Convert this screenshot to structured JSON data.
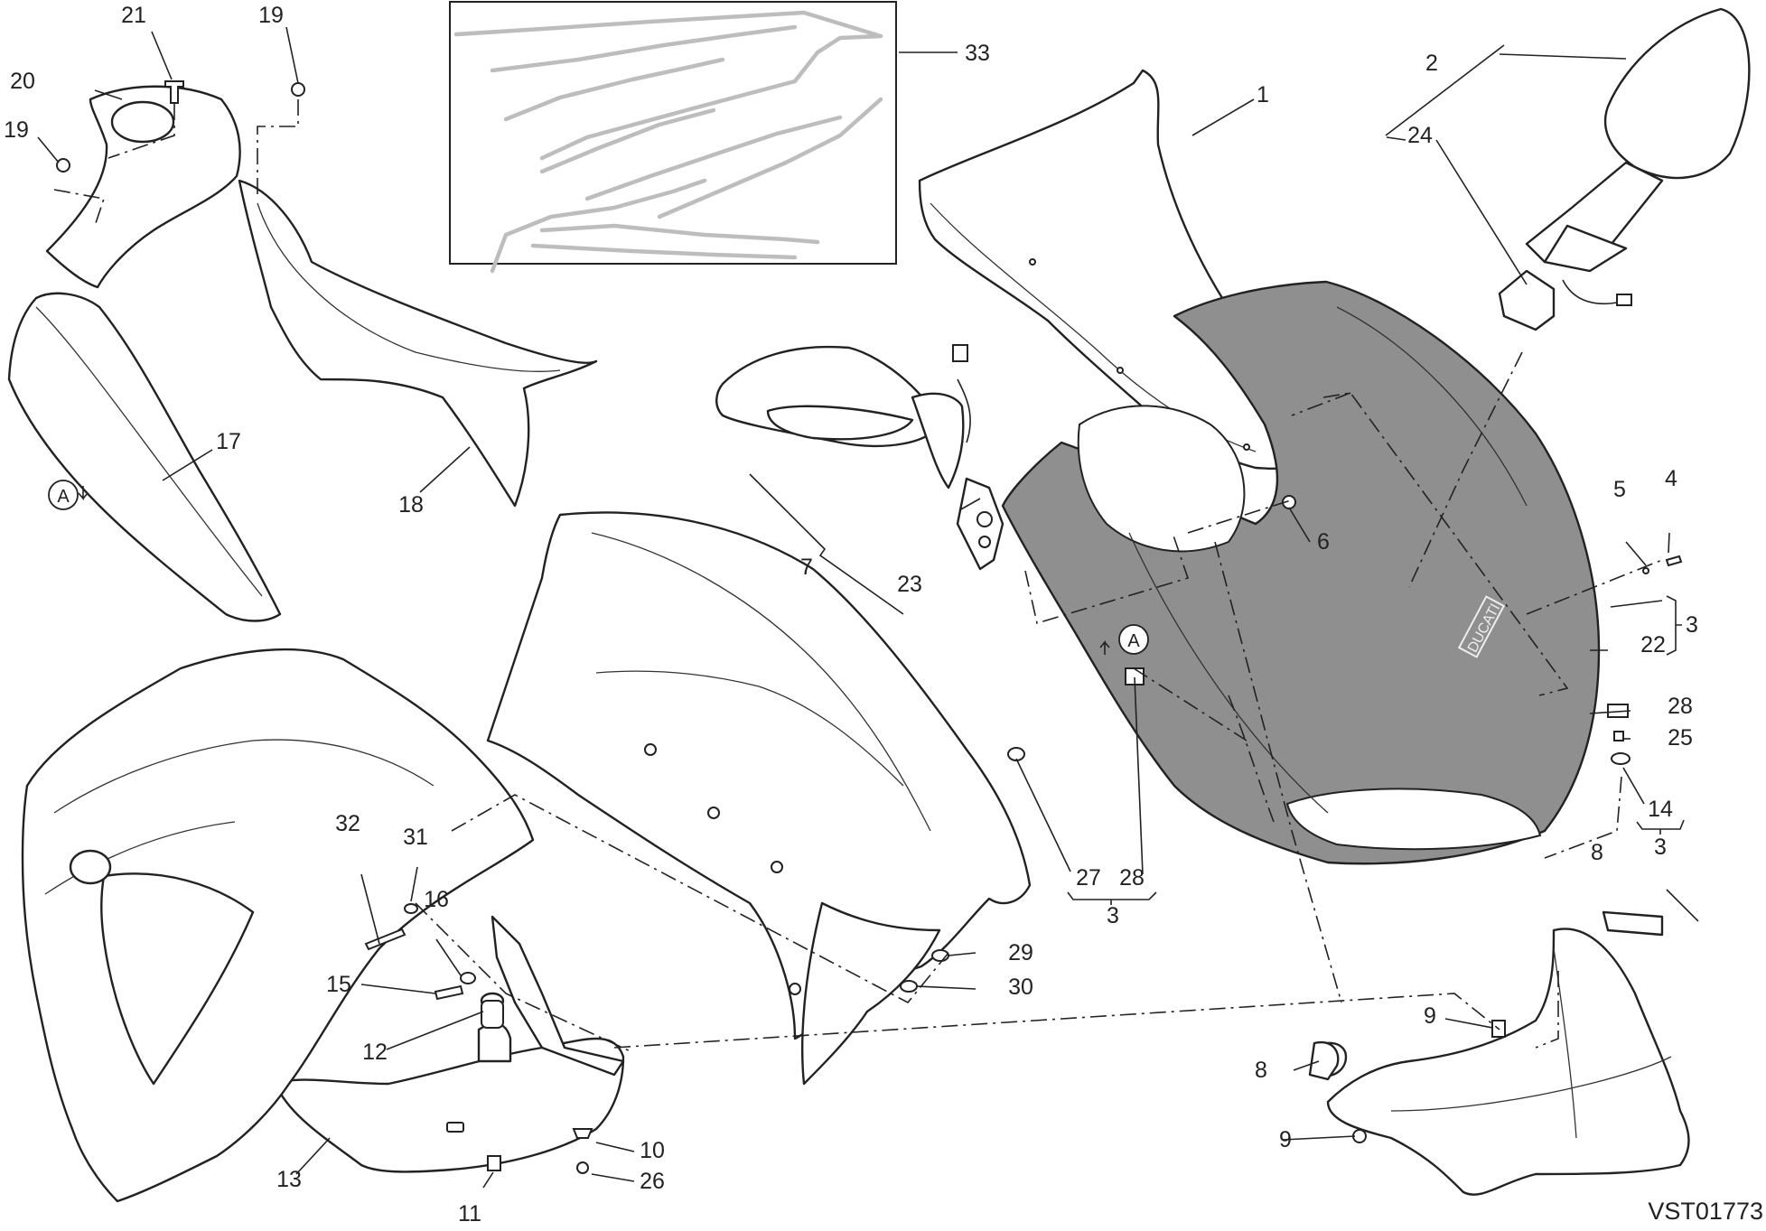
{
  "diagram": {
    "drawing_code": "VST01773",
    "accent_fill": "#8f8f8f",
    "decal_color": "#bdbdbd",
    "brand_mark": "DUCATI",
    "view_marker": "A",
    "callouts": {
      "c1": "1",
      "c2": "2",
      "c3a": "3",
      "c3b": "3",
      "c3c": "3",
      "c4": "4",
      "c5": "5",
      "c6": "6",
      "c7": "7",
      "c8a": "8",
      "c8b": "8",
      "c9a": "9",
      "c9b": "9",
      "c10": "10",
      "c11": "11",
      "c12": "12",
      "c13": "13",
      "c14": "14",
      "c15": "15",
      "c16": "16",
      "c17": "17",
      "c18": "18",
      "c19a": "19",
      "c19b": "19",
      "c20": "20",
      "c21": "21",
      "c22": "22",
      "c23": "23",
      "c24": "24",
      "c25": "25",
      "c26": "26",
      "c27": "27",
      "c28a": "28",
      "c28b": "28",
      "c29": "29",
      "c30": "30",
      "c31": "31",
      "c32": "32",
      "c33": "33"
    }
  }
}
